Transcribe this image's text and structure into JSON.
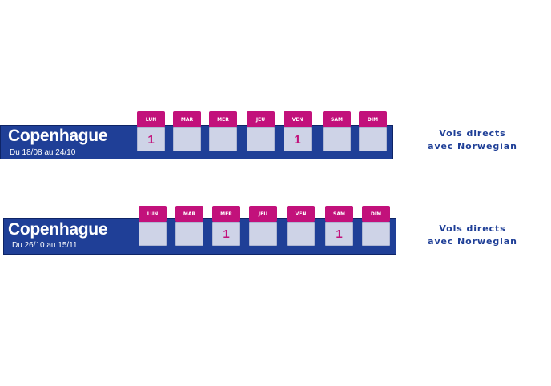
{
  "schedules": [
    {
      "city": "Copenhague",
      "dates": "Du 18/08 au 24/10",
      "days": [
        {
          "label": "LUN",
          "count": "1"
        },
        {
          "label": "MAR",
          "count": ""
        },
        {
          "label": "MER",
          "count": ""
        },
        {
          "label": "JEU",
          "count": ""
        },
        {
          "label": "VEN",
          "count": "1"
        },
        {
          "label": "SAM",
          "count": ""
        },
        {
          "label": "DIM",
          "count": ""
        }
      ],
      "note_line1": "Vols directs",
      "note_line2": "avec Norwegian"
    },
    {
      "city": "Copenhague",
      "dates": "Du 26/10 au 15/11",
      "days": [
        {
          "label": "LUN",
          "count": ""
        },
        {
          "label": "MAR",
          "count": ""
        },
        {
          "label": "MER",
          "count": "1"
        },
        {
          "label": "JEU",
          "count": ""
        },
        {
          "label": "VEN",
          "count": ""
        },
        {
          "label": "SAM",
          "count": "1"
        },
        {
          "label": "DIM",
          "count": ""
        }
      ],
      "note_line1": "Vols directs",
      "note_line2": "avec Norwegian"
    }
  ],
  "colors": {
    "bar": "#1f3f97",
    "tab": "#c2117b",
    "box": "#ced3e7",
    "count": "#c2117b"
  }
}
